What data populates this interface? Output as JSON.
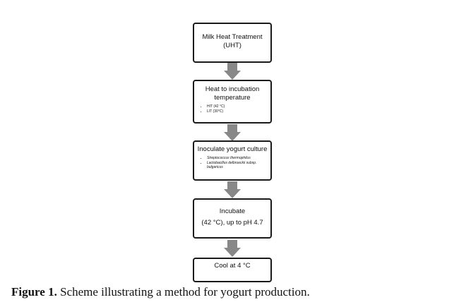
{
  "steps": [
    {
      "title": "Milk Heat Treatment (UHT)",
      "bullets": []
    },
    {
      "title": "Heat to incubation temperature",
      "bullets": [
        "HIT (42 °C)",
        "LIT (30°C)"
      ]
    },
    {
      "title": "Inoculate yogurt culture",
      "bullets": [
        "Streptococcus thermophilus",
        "Lactobacillus delbrueckii subsp. bulgaricus"
      ]
    },
    {
      "title_line1": "Incubate",
      "title_line2": "(42 °C), up to pH 4.7"
    },
    {
      "title": "Cool at 4 °C"
    }
  ],
  "caption": {
    "label": "Figure 1.",
    "text": " Scheme illustrating a method for yogurt production."
  }
}
